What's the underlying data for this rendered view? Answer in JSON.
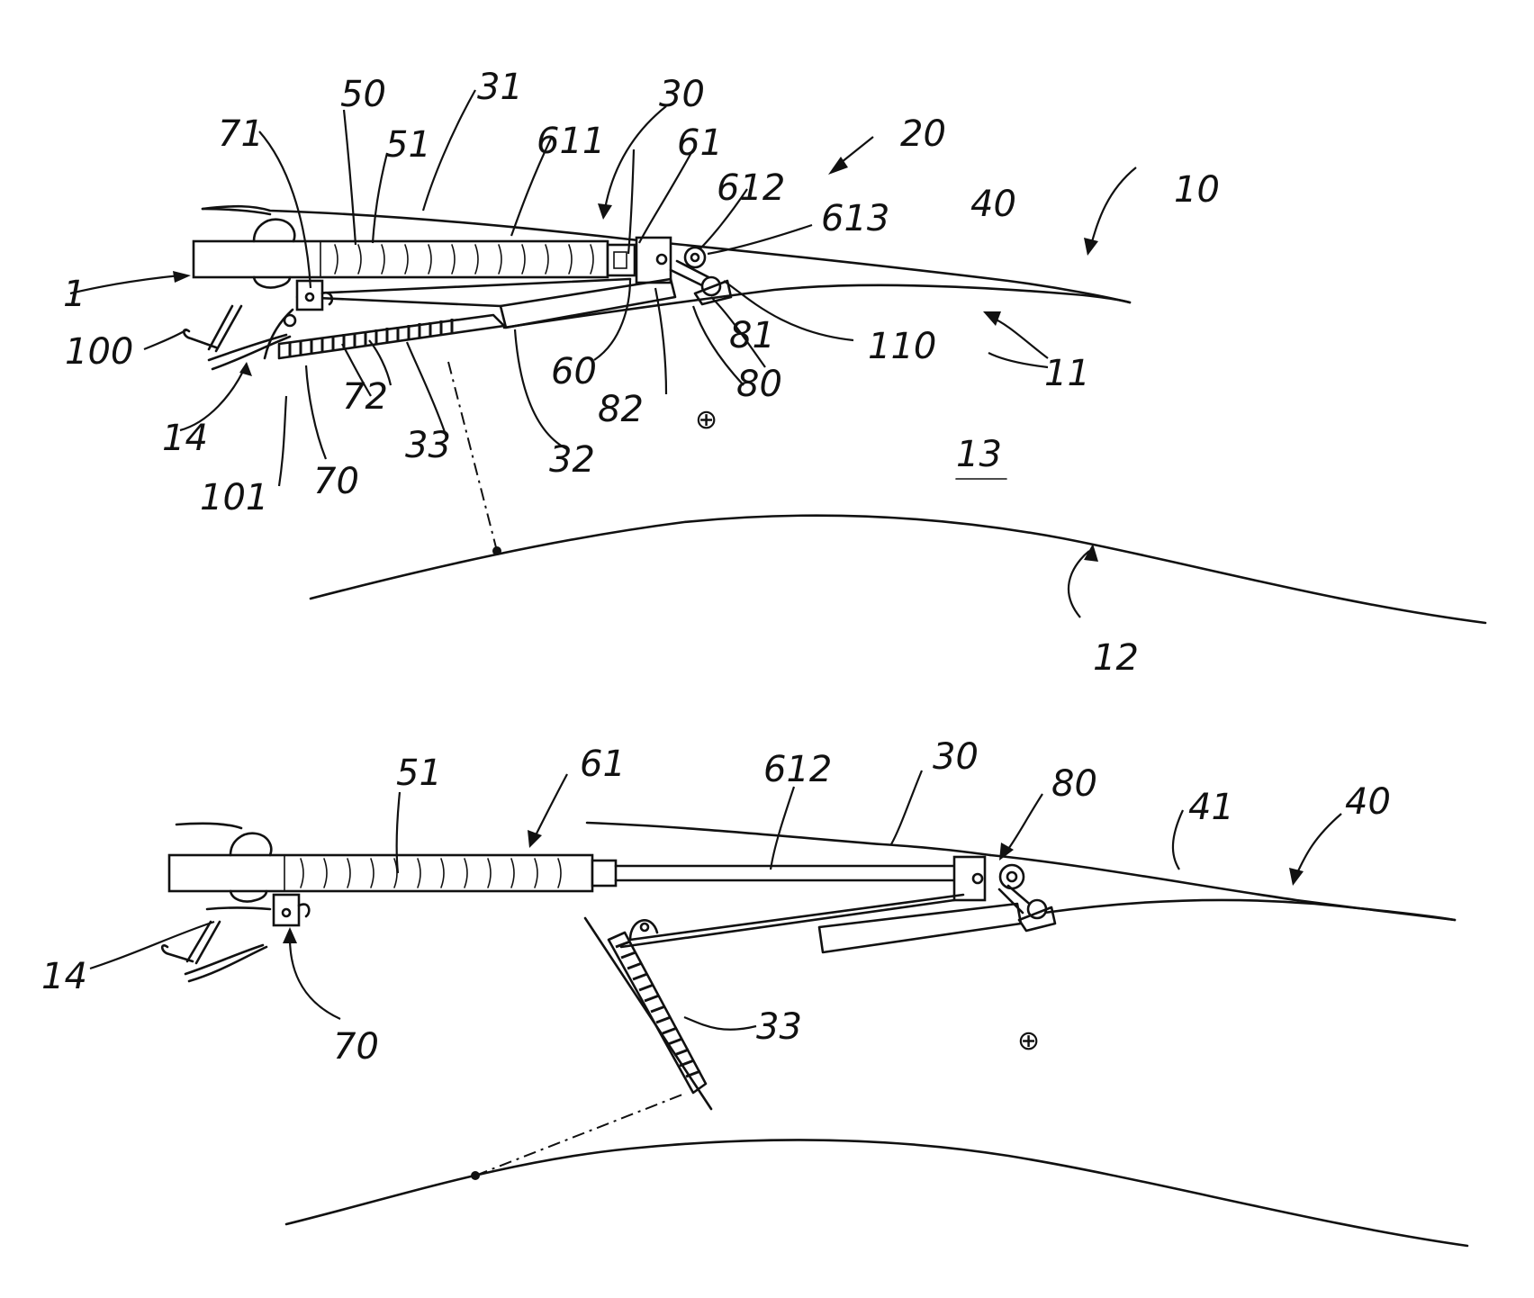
{
  "figure_top": {
    "labels": {
      "l_1": "1",
      "l_10": "10",
      "l_11": "11",
      "l_12": "12",
      "l_13": "13",
      "l_14": "14",
      "l_20": "20",
      "l_30": "30",
      "l_31": "31",
      "l_32": "32",
      "l_33": "33",
      "l_40": "40",
      "l_50": "50",
      "l_51": "51",
      "l_60": "60",
      "l_61": "61",
      "l_611": "611",
      "l_612": "612",
      "l_613": "613",
      "l_70": "70",
      "l_71": "71",
      "l_72": "72",
      "l_80": "80",
      "l_81": "81",
      "l_82": "82",
      "l_100": "100",
      "l_101": "101",
      "l_110": "110"
    }
  },
  "figure_bottom": {
    "labels": {
      "l_14": "14",
      "l_30": "30",
      "l_33": "33",
      "l_40": "40",
      "l_41": "41",
      "l_51": "51",
      "l_61": "61",
      "l_612": "612",
      "l_70": "70",
      "l_80": "80"
    }
  },
  "symbols": {
    "center_mark": "⊕"
  }
}
